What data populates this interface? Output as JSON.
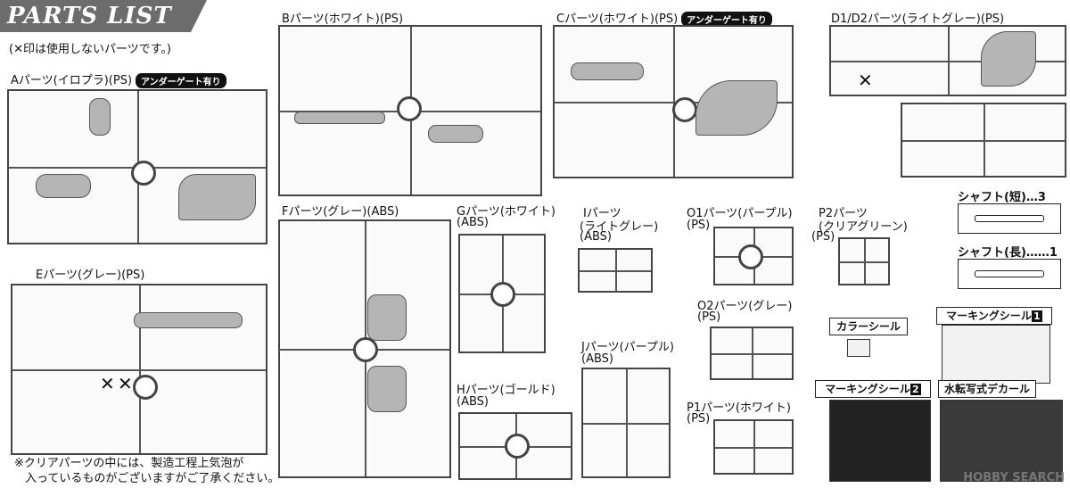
{
  "header": {
    "title": "PARTS LIST"
  },
  "notes": {
    "unused": "(✕印は使用しないパーツです。)",
    "bottom_line1": "※クリアパーツの中には、製造工程上気泡が",
    "bottom_line2": "入っているものがございますがご了承ください。"
  },
  "badge_text": "アンダーゲート有り",
  "runners": {
    "A": {
      "name": "Aパーツ(イロプラ)",
      "material": "(PS)"
    },
    "B": {
      "name": "Bパーツ(ホワイト)",
      "material": "(PS)"
    },
    "C": {
      "name": "Cパーツ(ホワイト)",
      "material": "(PS)"
    },
    "D": {
      "name": "D1/D2パーツ(ライトグレー)",
      "material": "(PS)"
    },
    "E": {
      "name": "Eパーツ(グレー)",
      "material": "(PS)"
    },
    "F": {
      "name": "Fパーツ(グレー)",
      "material": "(ABS)"
    },
    "G": {
      "name": "Gパーツ(ホワイト)",
      "material": "(ABS)"
    },
    "H": {
      "name": "Hパーツ(ゴールド)",
      "material": "(ABS)"
    },
    "I": {
      "name_line1": "Iパーツ",
      "name_line2": "(ライトグレー)",
      "material": "(ABS)"
    },
    "J": {
      "name": "Jパーツ(パープル)",
      "material": "(ABS)"
    },
    "O1": {
      "name": "O1パーツ(パープル)",
      "material": "(PS)"
    },
    "O2": {
      "name": "O2パーツ(グレー)",
      "material": "(PS)"
    },
    "P1": {
      "name": "P1パーツ(ホワイト)",
      "material": "(PS)"
    },
    "P2": {
      "name_line1": "P2パーツ",
      "name_line2": "(クリアグリーン)",
      "material": "(PS)"
    }
  },
  "extras": {
    "shaft_short": "シャフト(短)…3",
    "shaft_long": "シャフト(長)……1",
    "color_seal": "カラーシール",
    "marking_seal_1": "マーキングシール",
    "marking_seal_1_num": "1",
    "marking_seal_2": "マーキングシール",
    "marking_seal_2_num": "2",
    "water_decal": "水転写式デカール"
  },
  "watermark": "HOBBY SEARCH",
  "icon_names": [
    "cross-mark-icon"
  ]
}
